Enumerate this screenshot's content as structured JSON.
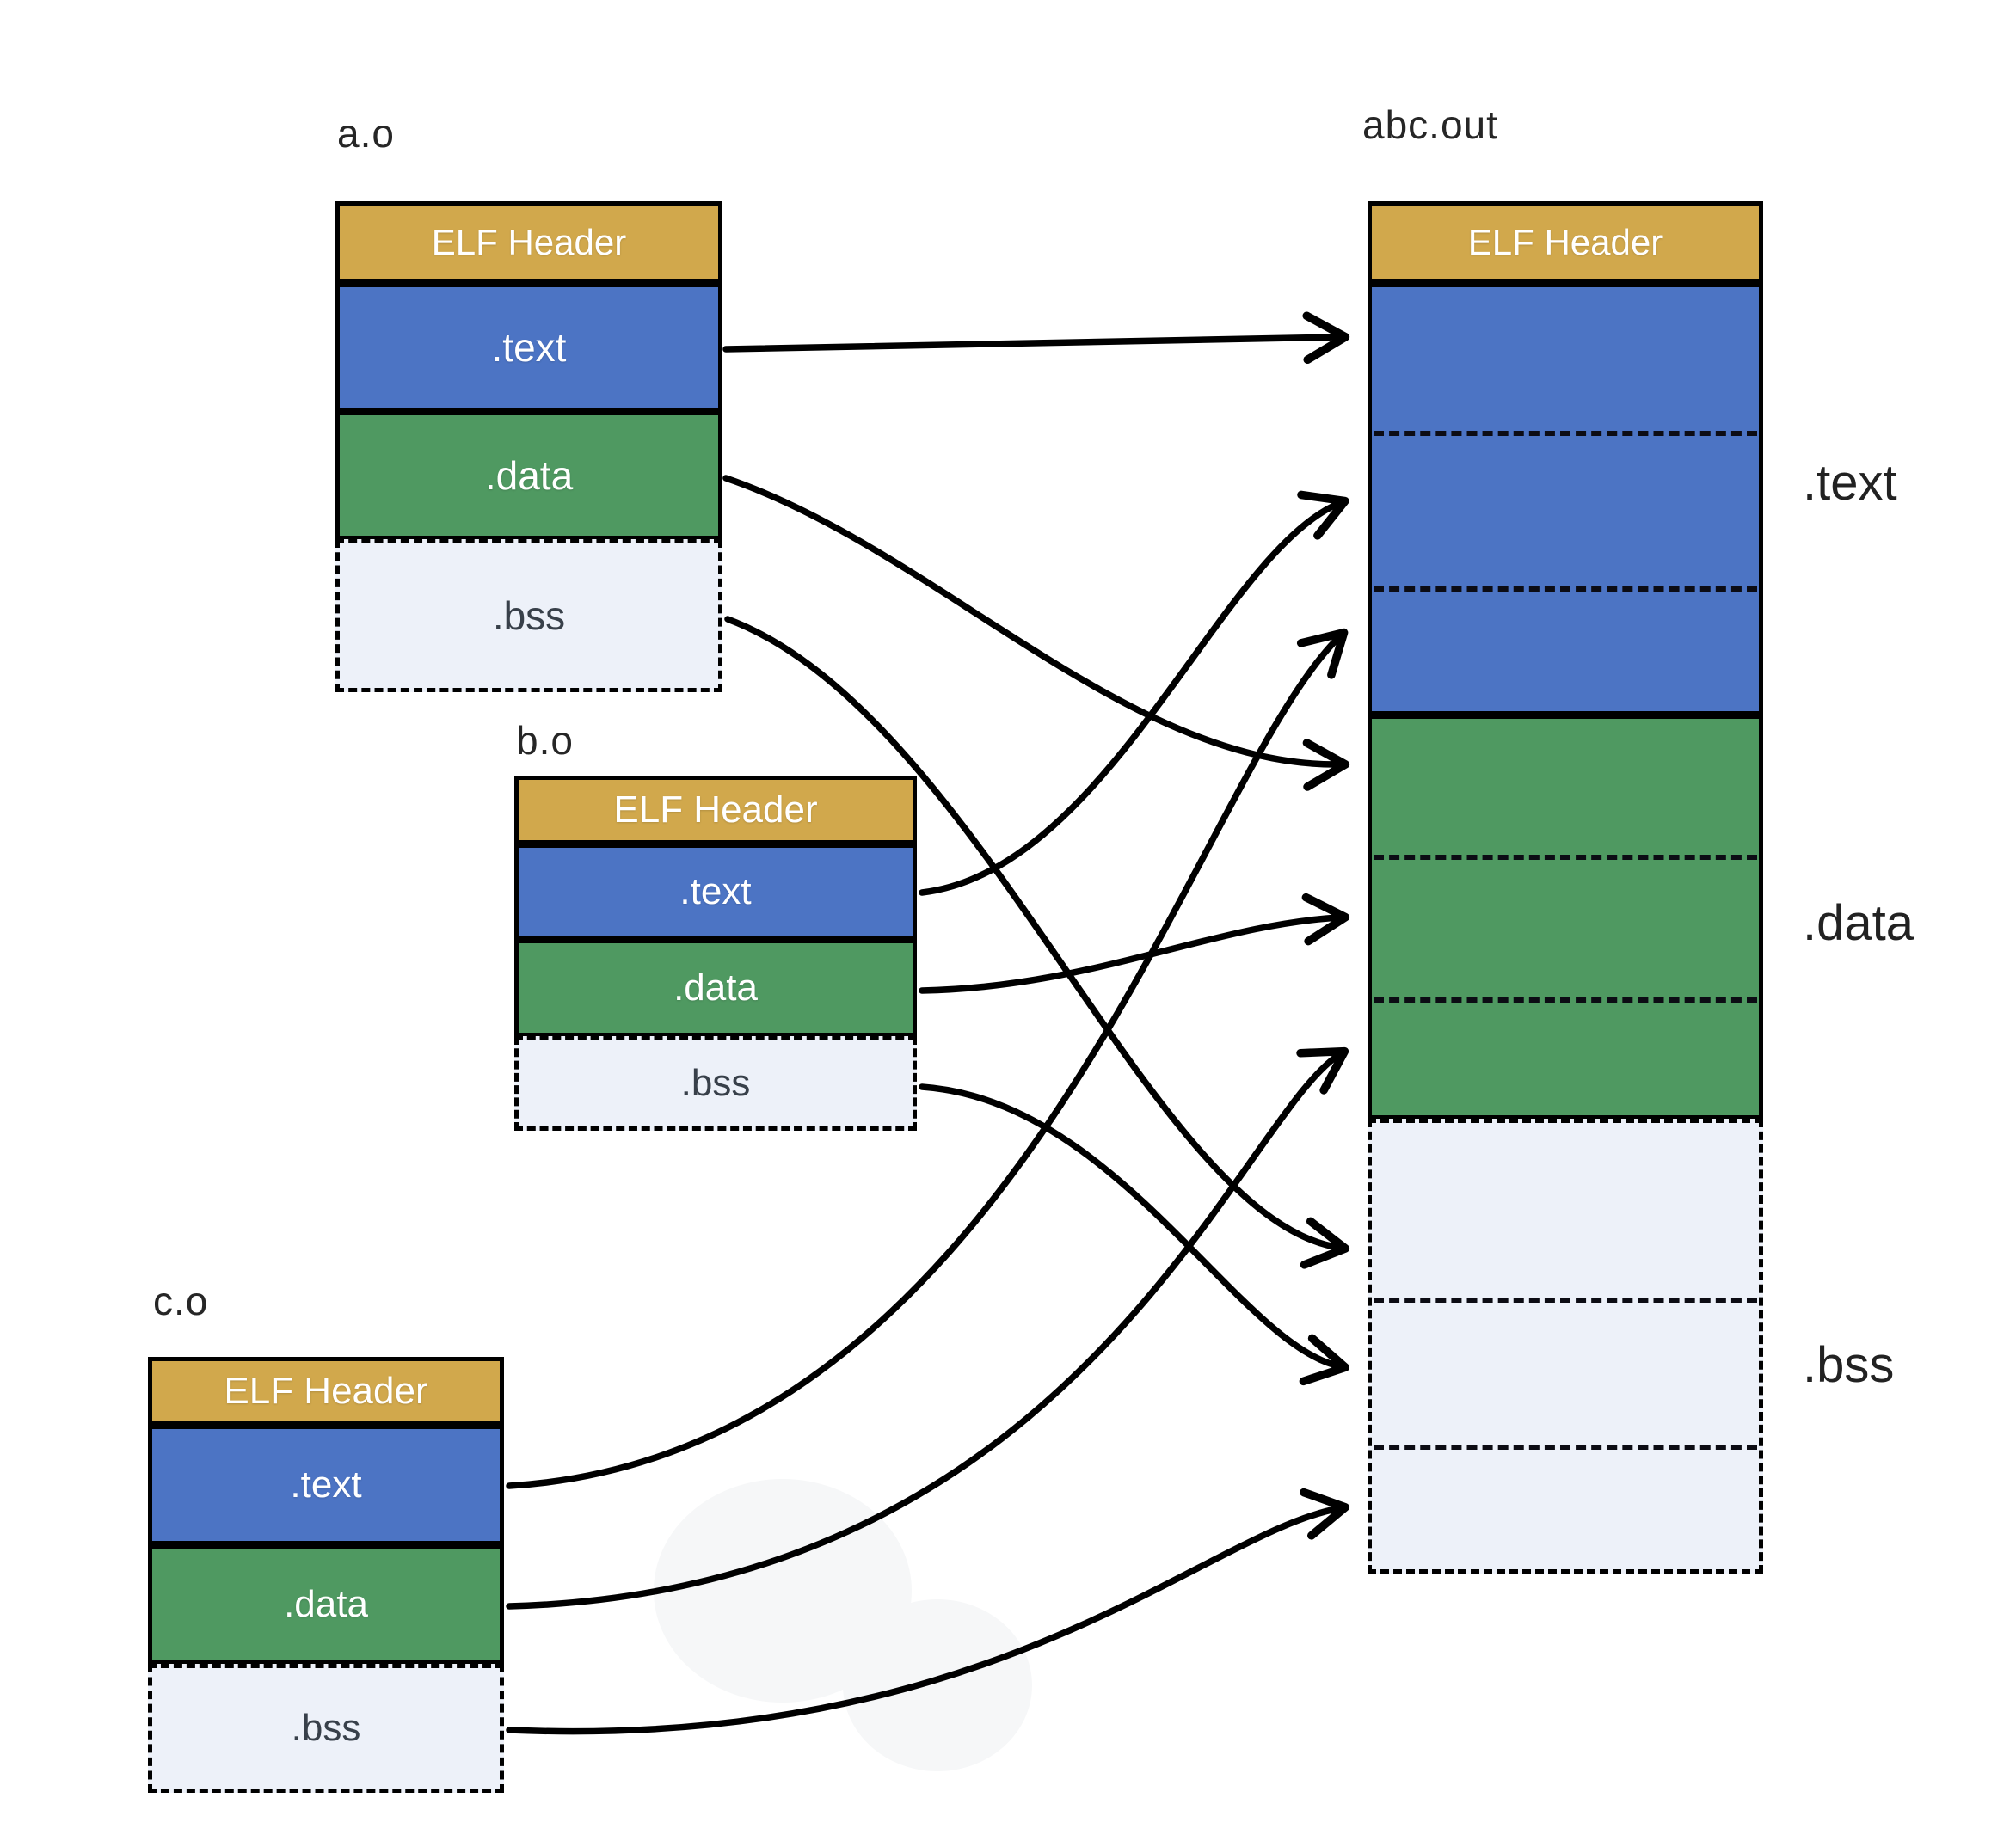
{
  "files": [
    {
      "label": "a.o",
      "elf_header": "ELF Header",
      "text": ".text",
      "data": ".data",
      "bss": ".bss"
    },
    {
      "label": "b.o",
      "elf_header": "ELF Header",
      "text": ".text",
      "data": ".data",
      "bss": ".bss"
    },
    {
      "label": "c.o",
      "elf_header": "ELF Header",
      "text": ".text",
      "data": ".data",
      "bss": ".bss"
    }
  ],
  "output": {
    "label": "abc.out",
    "elf_header": "ELF Header",
    "text_label": ".text",
    "data_label": ".data",
    "bss_label": ".bss"
  },
  "arrows": [
    {
      "from": "a.o .text",
      "to": "abc.out .text (part 1)"
    },
    {
      "from": "b.o .text",
      "to": "abc.out .text (part 2)"
    },
    {
      "from": "c.o .text",
      "to": "abc.out .text (part 3)"
    },
    {
      "from": "a.o .data",
      "to": "abc.out .data (part 1)"
    },
    {
      "from": "b.o .data",
      "to": "abc.out .data (part 2)"
    },
    {
      "from": "c.o .data",
      "to": "abc.out .data (part 3)"
    },
    {
      "from": "a.o .bss",
      "to": "abc.out .bss (part 1)"
    },
    {
      "from": "b.o .bss",
      "to": "abc.out .bss (part 2)"
    },
    {
      "from": "c.o .bss",
      "to": "abc.out .bss (part 3)"
    }
  ],
  "colors": {
    "elf_header": "#d1a84c",
    "text_section": "#4c74c4",
    "data_section": "#4f9961",
    "bss_section": "#edf1f9",
    "outline": "#000000",
    "label_text": "#262626"
  }
}
